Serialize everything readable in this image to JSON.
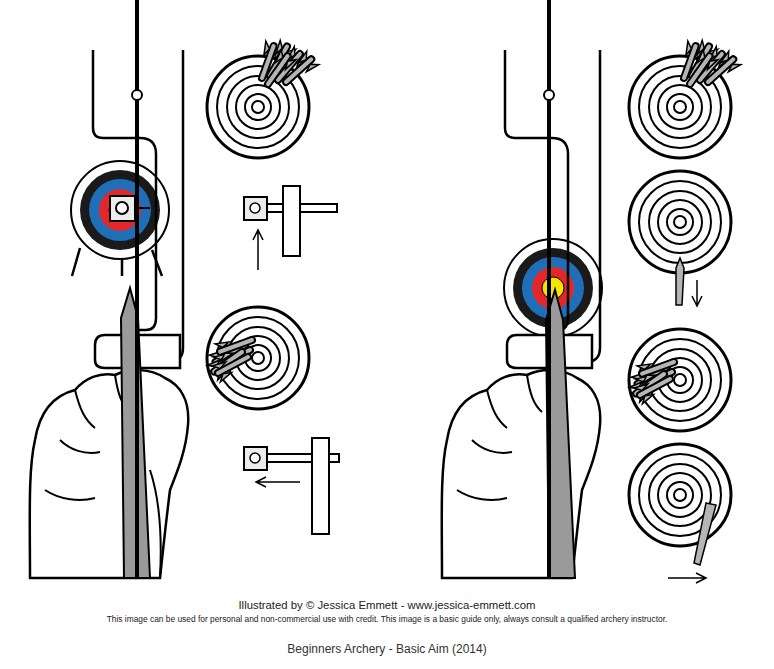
{
  "diagram": {
    "caption": "Beginners Archery - Basic Aim (2014)",
    "labels": [
      "Illustrated by © Jessica Emmett - www.jessica-emmett.com",
      "This image can be used for personal and non-commercial use with credit. This image is a basic guide only, always consult a qualified archery instructor."
    ]
  }
}
